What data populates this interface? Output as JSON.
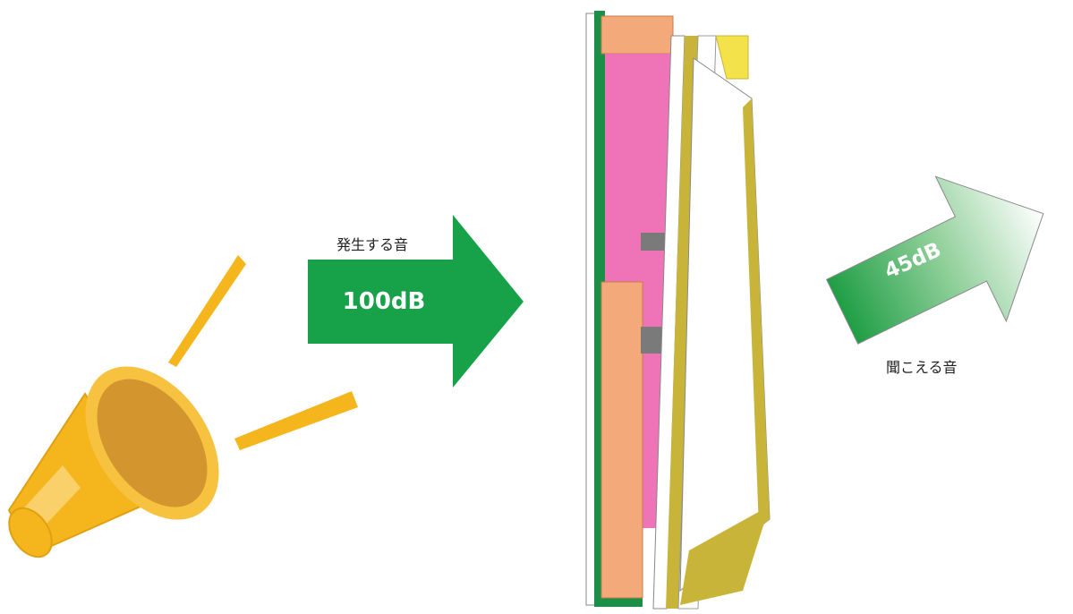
{
  "incoming": {
    "label": "発生する音",
    "value": "100dB"
  },
  "outgoing": {
    "label": "聞こえる音",
    "value": "45dB"
  },
  "icons": {
    "source": "megaphone-icon",
    "wall": "wall-cross-section",
    "in_arrow": "arrow-right-icon",
    "out_arrow": "arrow-up-right-icon"
  },
  "colors": {
    "arrow_in": "#17a24a",
    "arrow_out_start": "#1f9e45",
    "arrow_out_end": "#ffffff",
    "megaphone": "#f2b01c",
    "insulation": "#ef74b7",
    "wood": "#f4a97a",
    "board": "#1a8f45",
    "foil": "#c9b43a"
  }
}
